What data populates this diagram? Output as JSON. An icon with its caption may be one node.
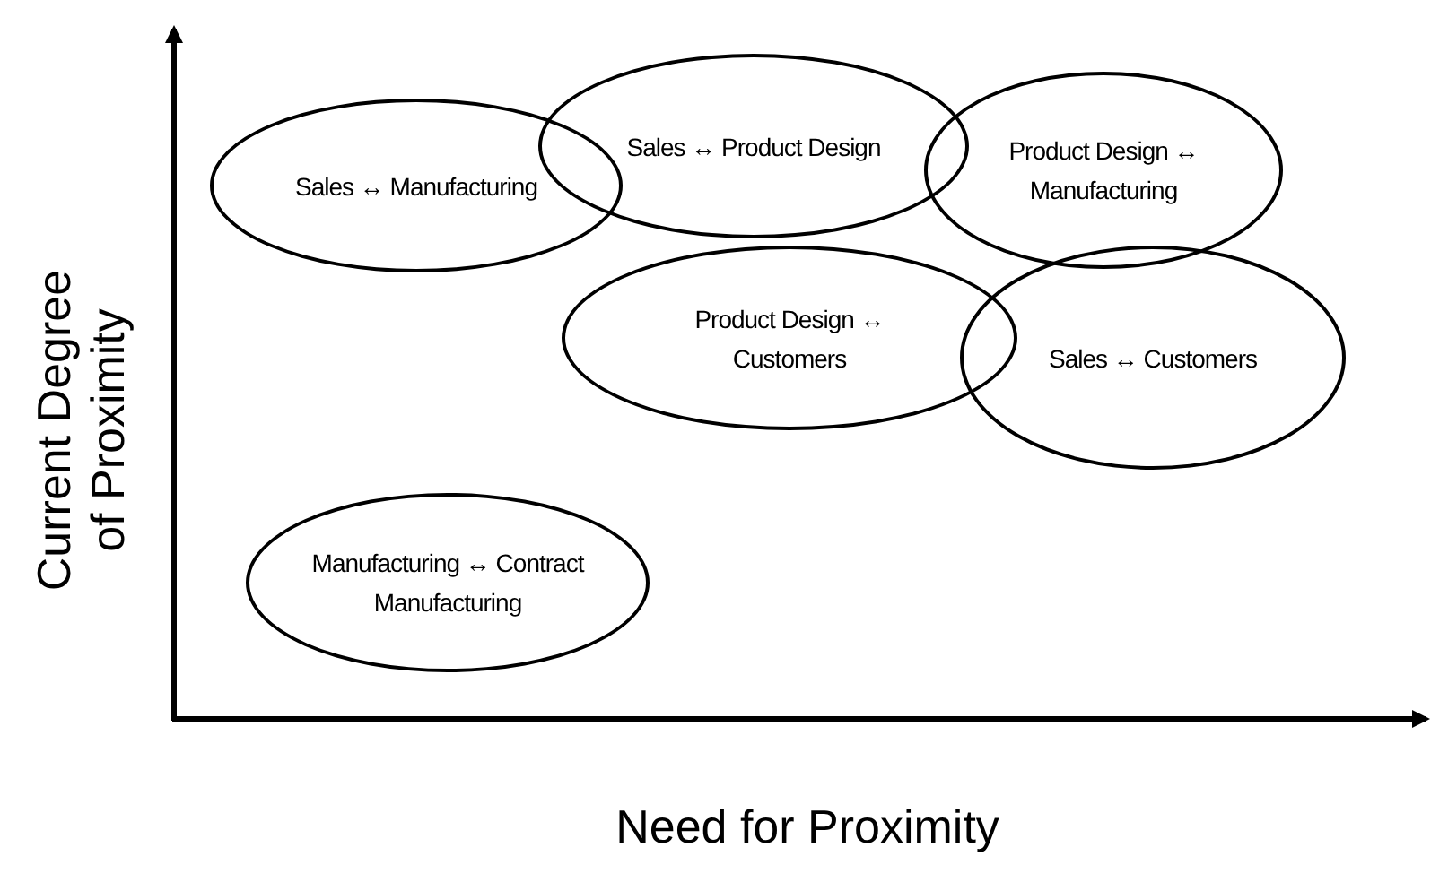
{
  "diagram": {
    "nodes": [
      {
        "text": [
          "Sales ↔ Manufacturing"
        ]
      },
      {
        "text": [
          "Sales ↔ Product Design"
        ]
      },
      {
        "text": [
          "Product Design ↔ Manufacturing"
        ]
      },
      {
        "text": [
          "Product Design ↔ Customers"
        ]
      },
      {
        "text": [
          "Sales ↔ Customers"
        ]
      },
      {
        "text": [
          "Manufacturing ↔ Contract Manufacturing"
        ]
      }
    ],
    "labels": [
      "Current Degree of Proximity",
      "Need for Proximity"
    ]
  }
}
